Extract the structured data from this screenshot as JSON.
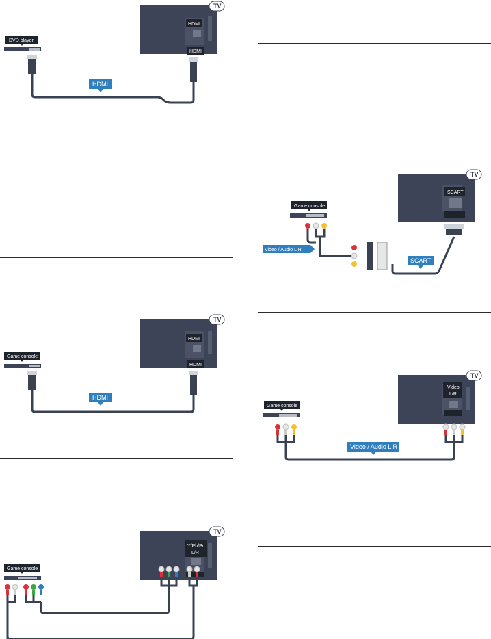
{
  "colors": {
    "tv_body": "#3d4457",
    "tv_panel": "#4b5265",
    "cable": "#3a4252",
    "accent_blue": "#2f7fbf",
    "dark_label": "#1f232c",
    "rca_red": "#d8333a",
    "rca_white": "#e6e6e6",
    "rca_yellow": "#f2c12e",
    "rca_green": "#3ea64a",
    "rca_blue": "#2f7fbf"
  },
  "fig_hdmi_dvd": {
    "tv_tag": "TV",
    "port_label": "HDMI",
    "plug_label": "HDMI",
    "device_label": "DVD player",
    "cable_label": "HDMI"
  },
  "fig_hdmi_console": {
    "tv_tag": "TV",
    "port_label": "HDMI",
    "plug_label": "HDMI",
    "device_label": "Game console",
    "cable_label": "HDMI"
  },
  "fig_ypbpr": {
    "tv_tag": "TV",
    "port_label_1": "Y/Pb/Pr",
    "port_label_2": "L/R",
    "device_label": "Game console"
  },
  "fig_scart": {
    "tv_tag": "TV",
    "port_label": "SCART",
    "device_label": "Game console",
    "cable_label": "SCART",
    "adapter_label": "Video / Audio L R"
  },
  "fig_video_lr": {
    "tv_tag": "TV",
    "port_label_1": "Video",
    "port_label_2": "L/R",
    "device_label": "Game console",
    "cable_label": "Video / Audio L R"
  }
}
